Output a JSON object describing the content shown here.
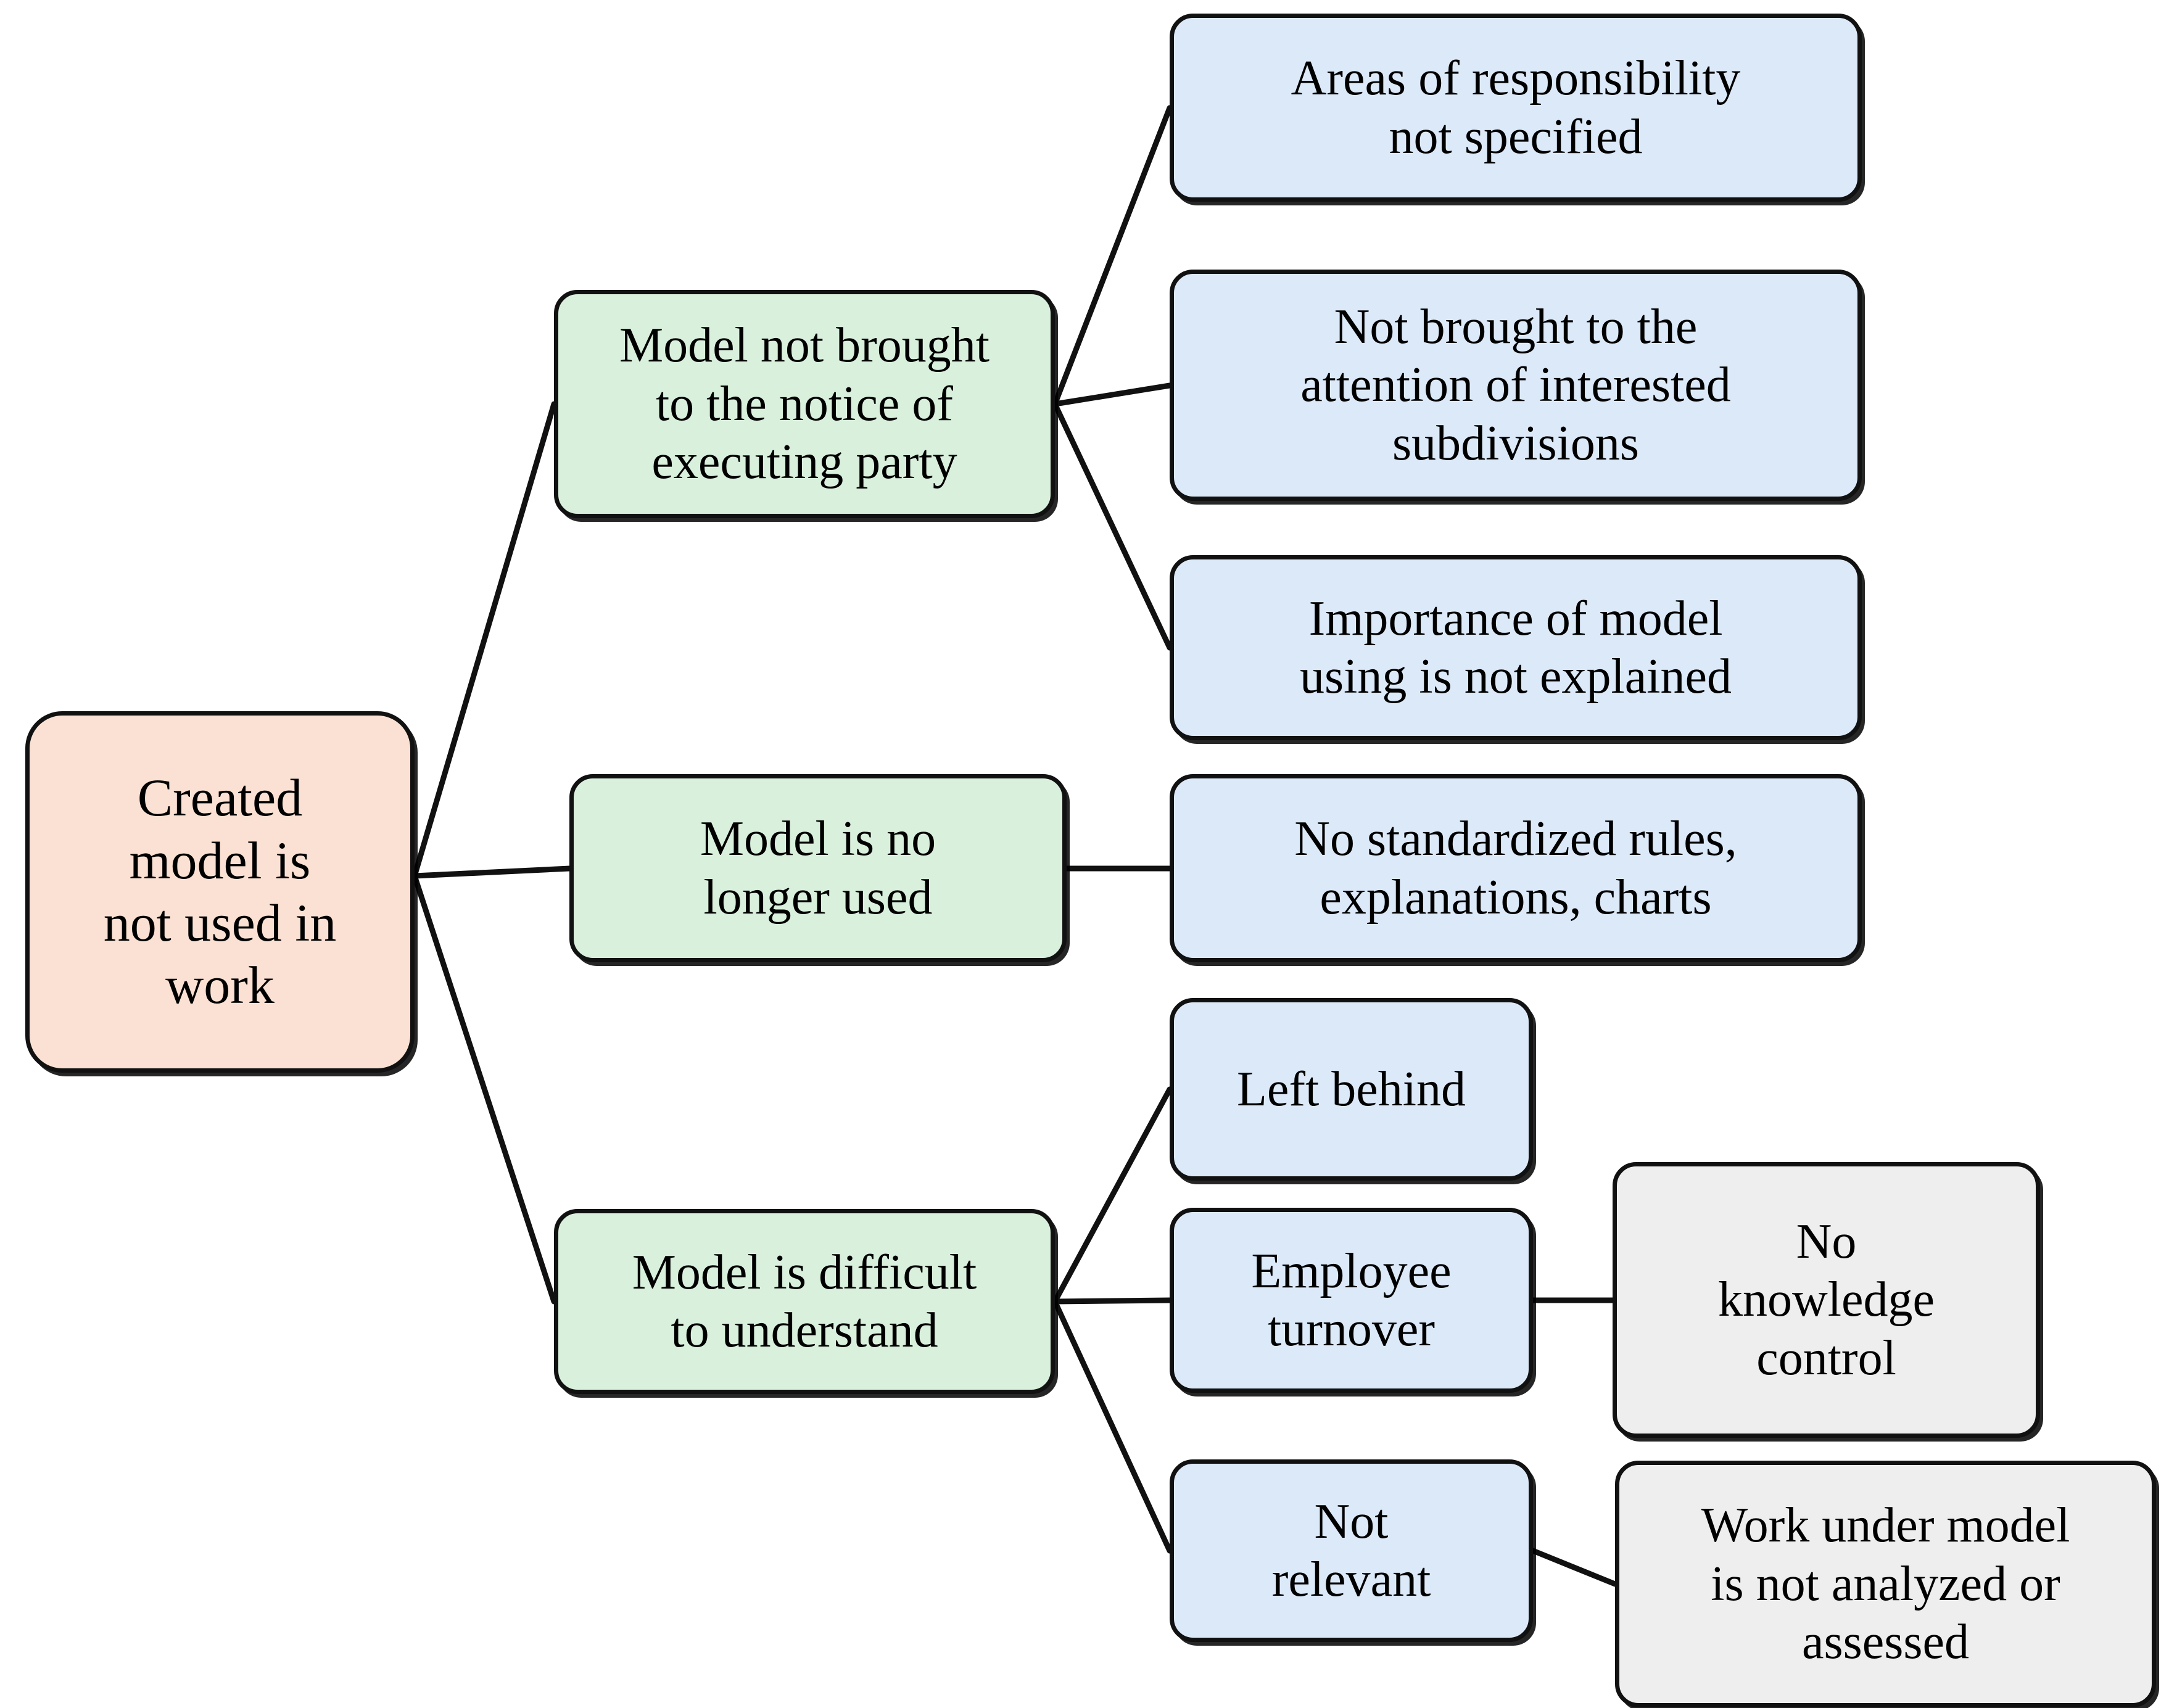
{
  "diagram": {
    "type": "tree",
    "title": "Created model is not used in work — cause tree",
    "colors": {
      "root_fill": "#fae1d3",
      "level2_fill": "#d9f0dc",
      "level3_fill": "#dce9f8",
      "level4_fill": "#eeeeee",
      "stroke": "#111111",
      "background": "#ffffff"
    },
    "nodes": {
      "root": "Created\nmodel is\nnot used in\nwork",
      "g1": "Model not brought\nto the notice of\nexecuting party",
      "g2": "Model is no\nlonger used",
      "g3": "Model is difficult\nto understand",
      "b1": "Areas of responsibility\nnot specified",
      "b2": "Not brought to the\nattention of interested\nsubdivisions",
      "b3": "Importance of model\nusing is not explained",
      "b4": "No standardized rules,\nexplanations, charts",
      "b5": "Left behind",
      "b6": "Employee\nturnover",
      "b7": "Not\nrelevant",
      "y1": "No\nknowledge\ncontrol",
      "y2": "Work under model\nis not analyzed or\nassessed"
    },
    "edges": [
      {
        "from": "root",
        "to": "g1"
      },
      {
        "from": "root",
        "to": "g2"
      },
      {
        "from": "root",
        "to": "g3"
      },
      {
        "from": "g1",
        "to": "b1"
      },
      {
        "from": "g1",
        "to": "b2"
      },
      {
        "from": "g1",
        "to": "b3"
      },
      {
        "from": "g2",
        "to": "b4"
      },
      {
        "from": "g3",
        "to": "b5"
      },
      {
        "from": "g3",
        "to": "b6"
      },
      {
        "from": "g3",
        "to": "b7"
      },
      {
        "from": "b6",
        "to": "y1"
      },
      {
        "from": "b7",
        "to": "y2"
      }
    ]
  }
}
